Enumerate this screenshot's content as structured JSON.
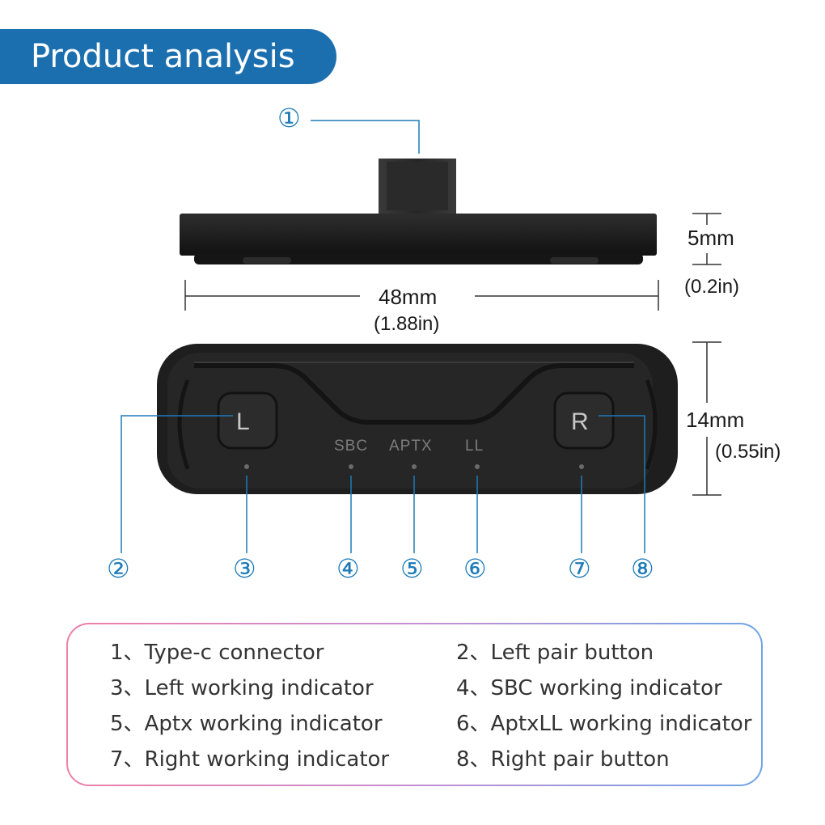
{
  "banner": {
    "title": "Product analysis"
  },
  "dimensions": {
    "thickness_mm": "5mm",
    "thickness_in": "(0.2in)",
    "width_mm": "48mm",
    "width_in": "(1.88in)",
    "height_mm": "14mm",
    "height_in": "(0.55in)"
  },
  "device": {
    "left_button": "L",
    "right_button": "R",
    "led_labels": [
      "SBC",
      "APTX",
      "LL"
    ]
  },
  "callouts": [
    "①",
    "②",
    "③",
    "④",
    "⑤",
    "⑥",
    "⑦",
    "⑧"
  ],
  "legend": {
    "items": [
      "1、Type-c connector",
      "2、Left pair button",
      "3、Left working indicator",
      "4、SBC working indicator",
      "5、Aptx working indicator",
      "6、AptxLL working indicator",
      "7、Right working indicator",
      "8、Right pair button"
    ]
  },
  "colors": {
    "banner": "#1b6fae",
    "callout": "#1c7bb8",
    "device": "#1f1f1f"
  }
}
